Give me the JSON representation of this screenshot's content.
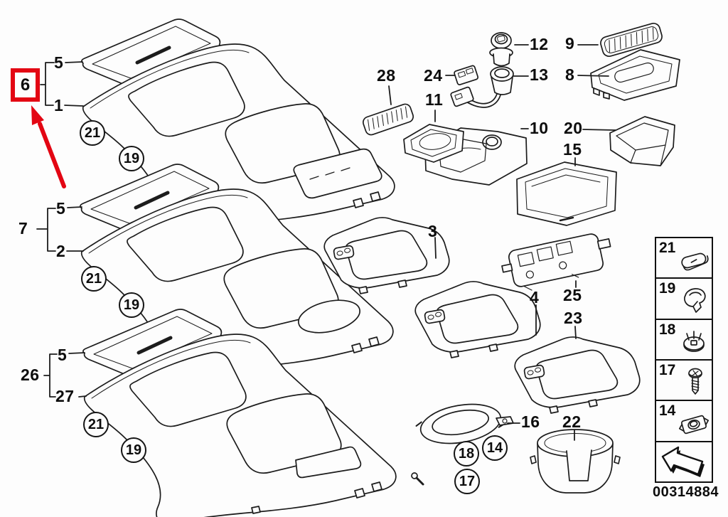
{
  "diagram": {
    "type": "exploded-parts-diagram",
    "code": "00314884",
    "highlight": {
      "label": "6",
      "color": "#e30613"
    }
  },
  "callouts": {
    "plain": [
      {
        "id": "5a",
        "text": "5"
      },
      {
        "id": "1",
        "text": "1"
      },
      {
        "id": "7",
        "text": "7"
      },
      {
        "id": "5b",
        "text": "5"
      },
      {
        "id": "2",
        "text": "2"
      },
      {
        "id": "26",
        "text": "26"
      },
      {
        "id": "5c",
        "text": "5"
      },
      {
        "id": "27",
        "text": "27"
      },
      {
        "id": "28",
        "text": "28"
      },
      {
        "id": "24",
        "text": "24"
      },
      {
        "id": "12",
        "text": "12"
      },
      {
        "id": "13",
        "text": "13"
      },
      {
        "id": "11",
        "text": "11"
      },
      {
        "id": "10",
        "text": "10"
      },
      {
        "id": "9",
        "text": "9"
      },
      {
        "id": "8",
        "text": "8"
      },
      {
        "id": "20",
        "text": "20"
      },
      {
        "id": "15",
        "text": "15"
      },
      {
        "id": "3",
        "text": "3"
      },
      {
        "id": "4",
        "text": "4"
      },
      {
        "id": "25",
        "text": "25"
      },
      {
        "id": "23",
        "text": "23"
      },
      {
        "id": "16",
        "text": "16"
      },
      {
        "id": "22",
        "text": "22"
      }
    ],
    "circled": [
      {
        "id": "21a",
        "text": "21"
      },
      {
        "id": "19a",
        "text": "19"
      },
      {
        "id": "21b",
        "text": "21"
      },
      {
        "id": "19b",
        "text": "19"
      },
      {
        "id": "21c",
        "text": "21"
      },
      {
        "id": "19c",
        "text": "19"
      },
      {
        "id": "18",
        "text": "18"
      },
      {
        "id": "14",
        "text": "14"
      },
      {
        "id": "17",
        "text": "17"
      }
    ]
  },
  "legend": {
    "rows": [
      {
        "number": "21",
        "icon": "trim-cap-icon"
      },
      {
        "number": "19",
        "icon": "spring-clip-icon"
      },
      {
        "number": "18",
        "icon": "speed-nut-icon"
      },
      {
        "number": "17",
        "icon": "screw-icon"
      },
      {
        "number": "14",
        "icon": "cage-nut-icon"
      }
    ],
    "footer_icon": "direction-arrow-icon",
    "code": "00314884"
  }
}
